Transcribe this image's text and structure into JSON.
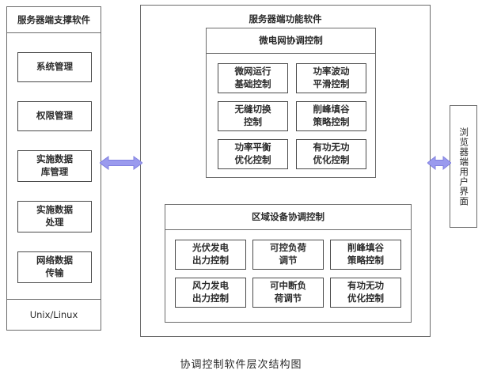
{
  "caption": "协调控制软件层次结构图",
  "left_panel": {
    "header": "服务器端支撑软件",
    "footer": "Unix/Linux",
    "items": [
      {
        "label": "系统管理"
      },
      {
        "label": "权限管理"
      },
      {
        "label": "实施数据\n库管理"
      },
      {
        "label": "实施数据\n处理"
      },
      {
        "label": "网络数据\n传输"
      }
    ]
  },
  "center_panel": {
    "title": "服务器端功能软件",
    "groups": [
      {
        "header": "微电网协调控制",
        "items": [
          {
            "label": "微网运行\n基础控制"
          },
          {
            "label": "功率波动\n平滑控制"
          },
          {
            "label": "无缝切换\n控制"
          },
          {
            "label": "削峰填谷\n策略控制"
          },
          {
            "label": "功率平衡\n优化控制"
          },
          {
            "label": "有功无功\n优化控制"
          }
        ]
      },
      {
        "header": "区域设备协调控制",
        "items": [
          {
            "label": "光伏发电\n出力控制"
          },
          {
            "label": "可控负荷\n调节"
          },
          {
            "label": "削峰填谷\n策略控制"
          },
          {
            "label": "风力发电\n出力控制"
          },
          {
            "label": "可中断负\n荷调节"
          },
          {
            "label": "有功无功\n优化控制"
          }
        ]
      }
    ]
  },
  "right_panel": {
    "label": "浏览器端用户界面"
  },
  "connectors": [
    {
      "name": "left-center-connector",
      "type": "double-arrow"
    },
    {
      "name": "center-right-connector",
      "type": "double-arrow"
    }
  ],
  "colors": {
    "arrow": "#9a9aee",
    "arrow_stroke": "#8080e0",
    "border": "#6b6b6b",
    "leaf_border": "#4a4a4a",
    "text": "#2b2b2b",
    "background": "#ffffff"
  }
}
